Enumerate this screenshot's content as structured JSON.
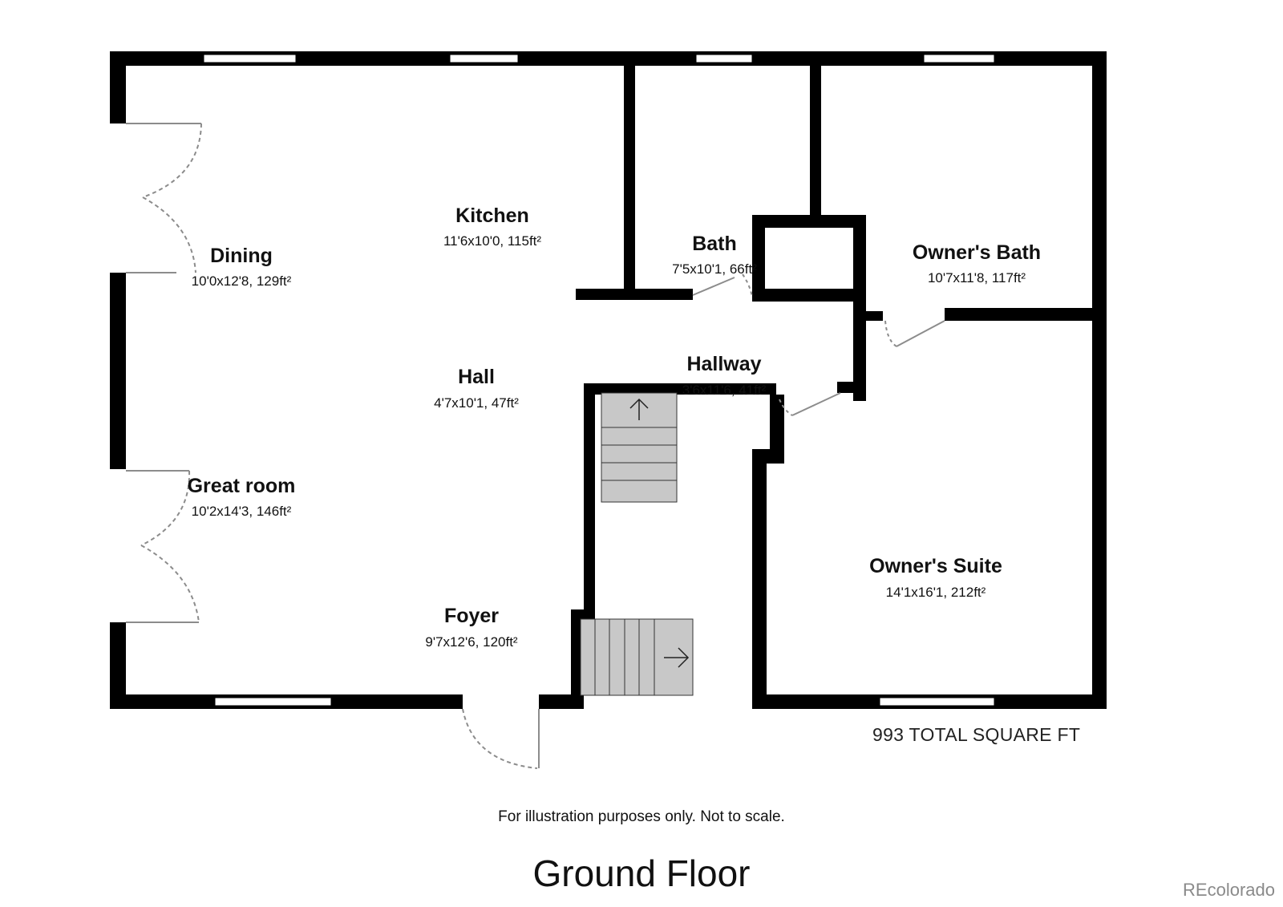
{
  "rooms": [
    {
      "name": "Kitchen",
      "dims": "11'6x10'0, 115ft²"
    },
    {
      "name": "Dining",
      "dims": "10'0x12'8, 129ft²"
    },
    {
      "name": "Bath",
      "dims": "7'5x10'1, 66ft²"
    },
    {
      "name": "Owner's Bath",
      "dims": "10'7x11'8, 117ft²"
    },
    {
      "name": "Hall",
      "dims": "4'7x10'1, 47ft²"
    },
    {
      "name": "Hallway",
      "dims": "3'6x11'6, 41ft²"
    },
    {
      "name": "Great room",
      "dims": "10'2x14'3, 146ft²"
    },
    {
      "name": "Owner's Suite",
      "dims": "14'1x16'1, 212ft²"
    },
    {
      "name": "Foyer",
      "dims": "9'7x12'6, 120ft²"
    }
  ],
  "total_area": "993 TOTAL SQUARE FT",
  "disclaimer": "For illustration purposes only. Not to scale.",
  "floor_title": "Ground Floor",
  "watermark": "REcolorado",
  "colors": {
    "wall": "#000000",
    "stair": "#c8c8c8",
    "door": "#8c8c8c"
  }
}
